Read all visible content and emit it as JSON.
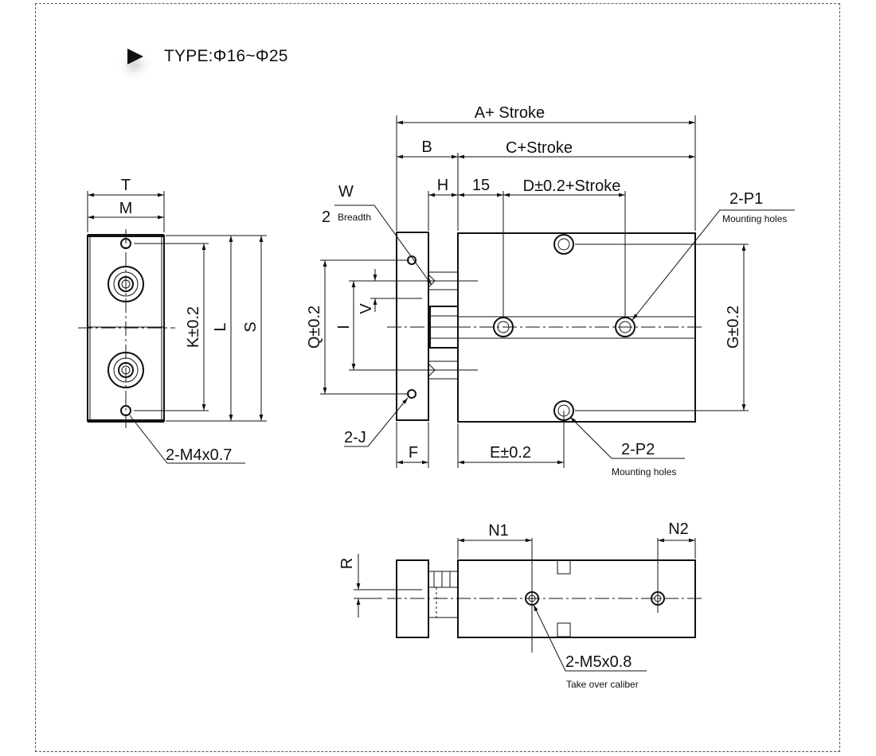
{
  "header": {
    "title": "TYPE:Φ16~Φ25"
  },
  "labels": {
    "a_stroke": "A+ Stroke",
    "b": "B",
    "c_stroke": "C+Stroke",
    "w": "W",
    "two": "2",
    "breadth": "Breadth",
    "h": "H",
    "fifteen": "15",
    "d_stroke": "D±0.2+Stroke",
    "p1": "2-P1",
    "p1_note": "Mounting holes",
    "q": "Q±0.2",
    "i": "I",
    "v": "V",
    "g": "G±0.2",
    "j": "2-J",
    "f": "F",
    "e": "E±0.2",
    "p2": "2-P2",
    "p2_note": "Mounting holes",
    "t": "T",
    "m": "M",
    "k": "K±0.2",
    "l": "L",
    "s": "S",
    "m4": "2-M4x0.7",
    "n1": "N1",
    "n2": "N2",
    "r": "R",
    "m5": "2-M5x0.8",
    "m5_note": "Take over caliber"
  }
}
